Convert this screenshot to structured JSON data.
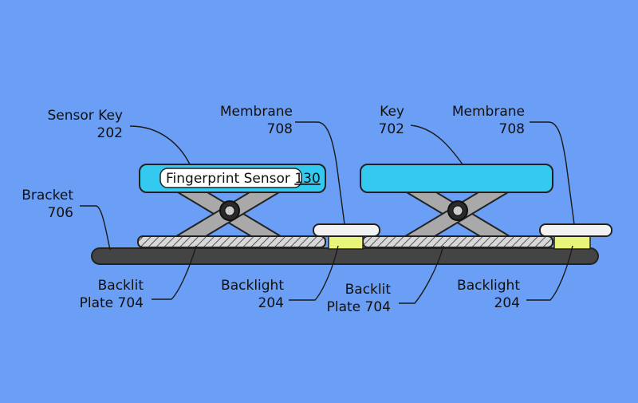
{
  "labels": {
    "sensor_key": {
      "name": "Sensor Key",
      "ref": "202"
    },
    "membrane_left": {
      "name": "Membrane",
      "ref": "708"
    },
    "key": {
      "name": "Key",
      "ref": "702"
    },
    "membrane_right": {
      "name": "Membrane",
      "ref": "708"
    },
    "bracket": {
      "name": "Bracket",
      "ref": "706"
    },
    "backlit_plate_left": {
      "name": "Backlit",
      "ref": "Plate 704"
    },
    "backlight_left": {
      "name": "Backlight",
      "ref": "204"
    },
    "backlit_plate_right": {
      "name": "Backlit",
      "ref": "Plate 704"
    },
    "backlight_right": {
      "name": "Backlight",
      "ref": "204"
    }
  },
  "fingerprint": {
    "text": "Fingerprint Sensor",
    "ref": "130"
  },
  "colors": {
    "background": "#6b9ef5",
    "keycap": "#33c9f0",
    "backlight": "#e9f57a",
    "scissor": "#a9a9a9",
    "bracket": "#444444",
    "plate_hatch": "#cfcfcf"
  }
}
